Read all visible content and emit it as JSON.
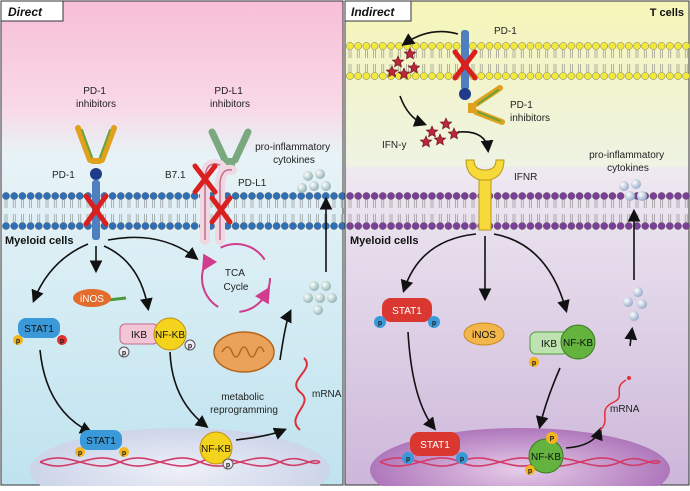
{
  "left": {
    "title": "Direct",
    "pd1_inhibitors": "PD-1\ninhibitors",
    "pdl1_inhibitors": "PD-L1\ninhibitors",
    "pd1": "PD-1",
    "b71": "B7.1",
    "pdl1": "PD-L1",
    "cytokines": "pro-inflammatory\ncytokines",
    "myeloid": "Myeloid cells",
    "inos": "iNOS",
    "stat1": "STAT1",
    "ikb": "IKB",
    "nfkb": "NF-KB",
    "tca": "TCA\nCycle",
    "metabolic": "metabolic\nreprogramming",
    "mrna": "mRNA",
    "p": "p"
  },
  "right": {
    "title": "Indirect",
    "tcells": "T cells",
    "pd1": "PD-1",
    "pd1_inhibitors": "PD-1\ninhibitors",
    "ifny": "IFN-y",
    "ifnr": "IFNR",
    "cytokines": "pro-inflammatory\ncytokines",
    "myeloid": "Myeloid cells",
    "stat1": "STAT1",
    "inos": "iNOS",
    "ikb": "IKB",
    "nfkb": "NF-KB",
    "mrna": "mRNA",
    "p": "p",
    "P": "P"
  },
  "colors": {
    "pink_bg": "#f6c9df",
    "blue_bg": "#d6eef6",
    "yellow_bg": "#f7f6c4",
    "purple_bg": "#d9c9e2",
    "membrane_blue": "#2f6fb5",
    "membrane_purple": "#7a3f96",
    "membrane_yellow": "#f1ea3a",
    "stat1_blue": "#3a9ad9",
    "stat1_red": "#d9372f",
    "nfkb_yellow": "#f4d31c",
    "nfkb_green": "#63b33e",
    "inos_orange": "#e36b2b",
    "red_x": "#d8201f"
  }
}
